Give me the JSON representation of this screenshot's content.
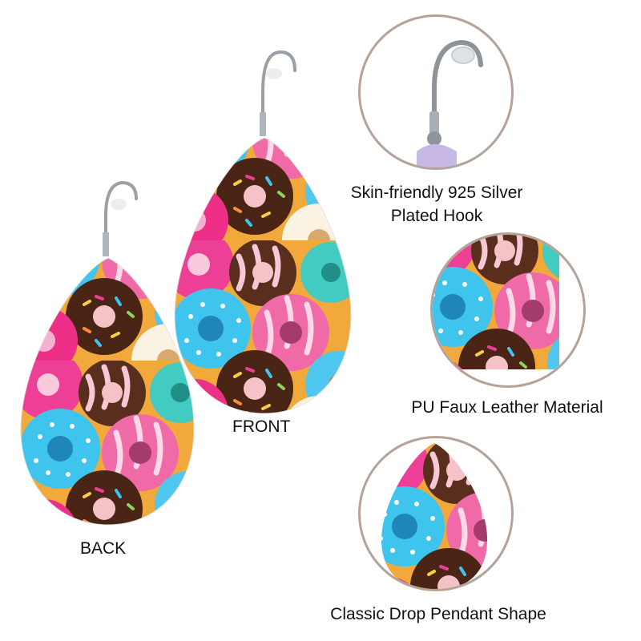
{
  "labels": {
    "front": "FRONT",
    "back": "BACK"
  },
  "features": [
    {
      "line1": "Skin-friendly 925 Silver",
      "line2": "Plated Hook"
    },
    {
      "line1": "PU Faux Leather Material"
    },
    {
      "line1": "Classic Drop Pendant Shape"
    }
  ],
  "colors": {
    "border": "#b5a39a",
    "pink": "#ee3f96",
    "cyan": "#3fc4ee",
    "chocolate": "#5a2e1c",
    "cream": "#fbf3e2",
    "teal": "#41cbc1",
    "lavender": "#c8b8e6",
    "silver": "#9aa0a6"
  }
}
